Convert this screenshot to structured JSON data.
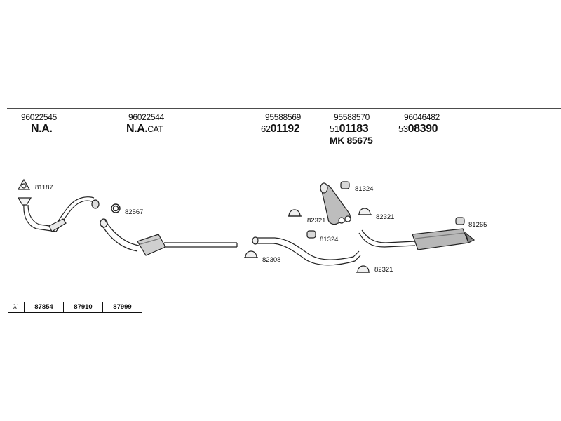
{
  "header": {
    "columns": [
      {
        "oe": "96022545",
        "main": "N.A.",
        "prefix": "",
        "suffix": ""
      },
      {
        "oe": "96022544",
        "main": "N.A.",
        "prefix": "",
        "suffix": "CAT"
      },
      {
        "oe": "95588569",
        "main": "01192",
        "prefix": "62",
        "suffix": ""
      },
      {
        "oe": "95588570",
        "main": "01183",
        "prefix": "51",
        "suffix": ""
      },
      {
        "oe": "96046482",
        "main": "08390",
        "prefix": "53",
        "suffix": ""
      }
    ],
    "mk": "MK 85675"
  },
  "callouts": [
    {
      "label": "81187"
    },
    {
      "label": "82567"
    },
    {
      "label": "81324"
    },
    {
      "label": "82321"
    },
    {
      "label": "82321"
    },
    {
      "label": "81324"
    },
    {
      "label": "81265"
    },
    {
      "label": "82308"
    },
    {
      "label": "82321"
    }
  ],
  "references": {
    "symbol": "λ¹",
    "codes": [
      "87854",
      "87910",
      "87999"
    ]
  }
}
